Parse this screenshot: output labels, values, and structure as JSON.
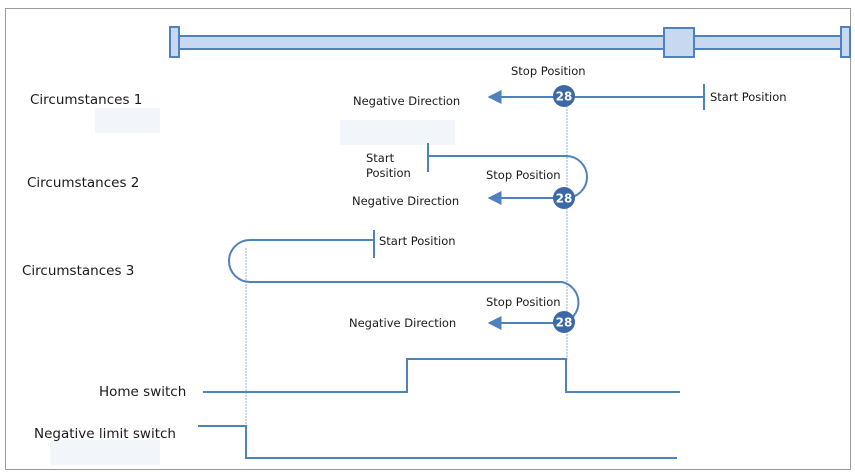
{
  "colors": {
    "line": "#4f81bd",
    "rail_fill": "#c6d9f1",
    "marker_fill": "#3d68a8",
    "guide": "#8fb0d8",
    "label_bg": "#f2f6fb",
    "text": "#1a1a1a"
  },
  "rows": {
    "c1": {
      "label": "Circumstances 1",
      "stop": "Stop Position",
      "start": "Start Position",
      "direction": "Negative Direction",
      "marker": "28"
    },
    "c2": {
      "label": "Circumstances 2",
      "stop": "Stop Position",
      "start_line1": "Start",
      "start_line2": "Position",
      "direction": "Negative Direction",
      "marker": "28"
    },
    "c3": {
      "label": "Circumstances 3",
      "stop": "Stop Position",
      "start": "Start Position",
      "direction": "Negative Direction",
      "marker": "28"
    }
  },
  "signals": {
    "home": "Home switch",
    "neg_limit": "Negative limit switch"
  }
}
